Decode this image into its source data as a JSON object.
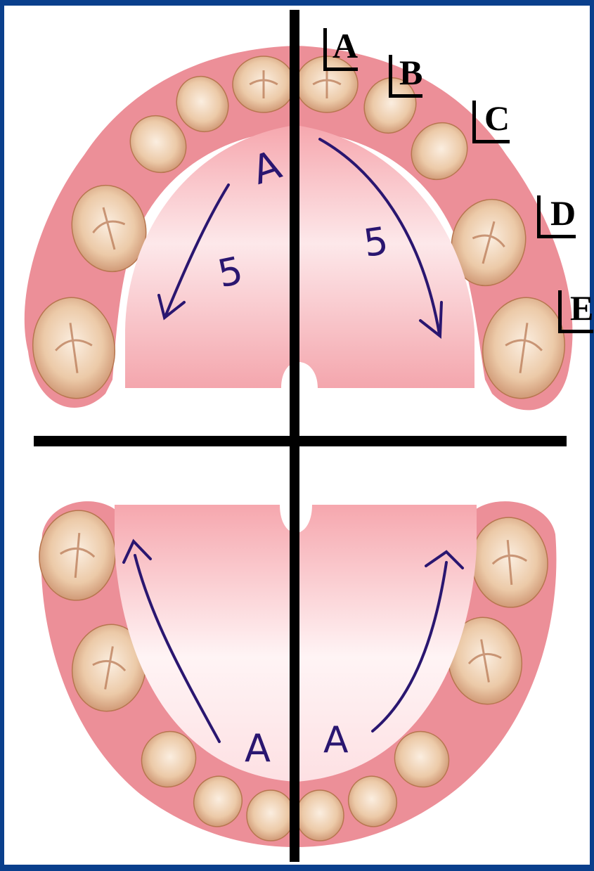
{
  "letters": [
    "A",
    "B",
    "C",
    "D",
    "E"
  ],
  "annotations": {
    "upper_left": "A",
    "upper_left_count": "5",
    "upper_right_count": "5",
    "lower_left": "A",
    "lower_right": "A"
  },
  "colors": {
    "background": "#0a3f8c",
    "gum": "#e8838c",
    "palate": "#f7b7bc",
    "tooth": "#ecc7a3",
    "ink": "#2a1670",
    "lines": "#000000"
  }
}
